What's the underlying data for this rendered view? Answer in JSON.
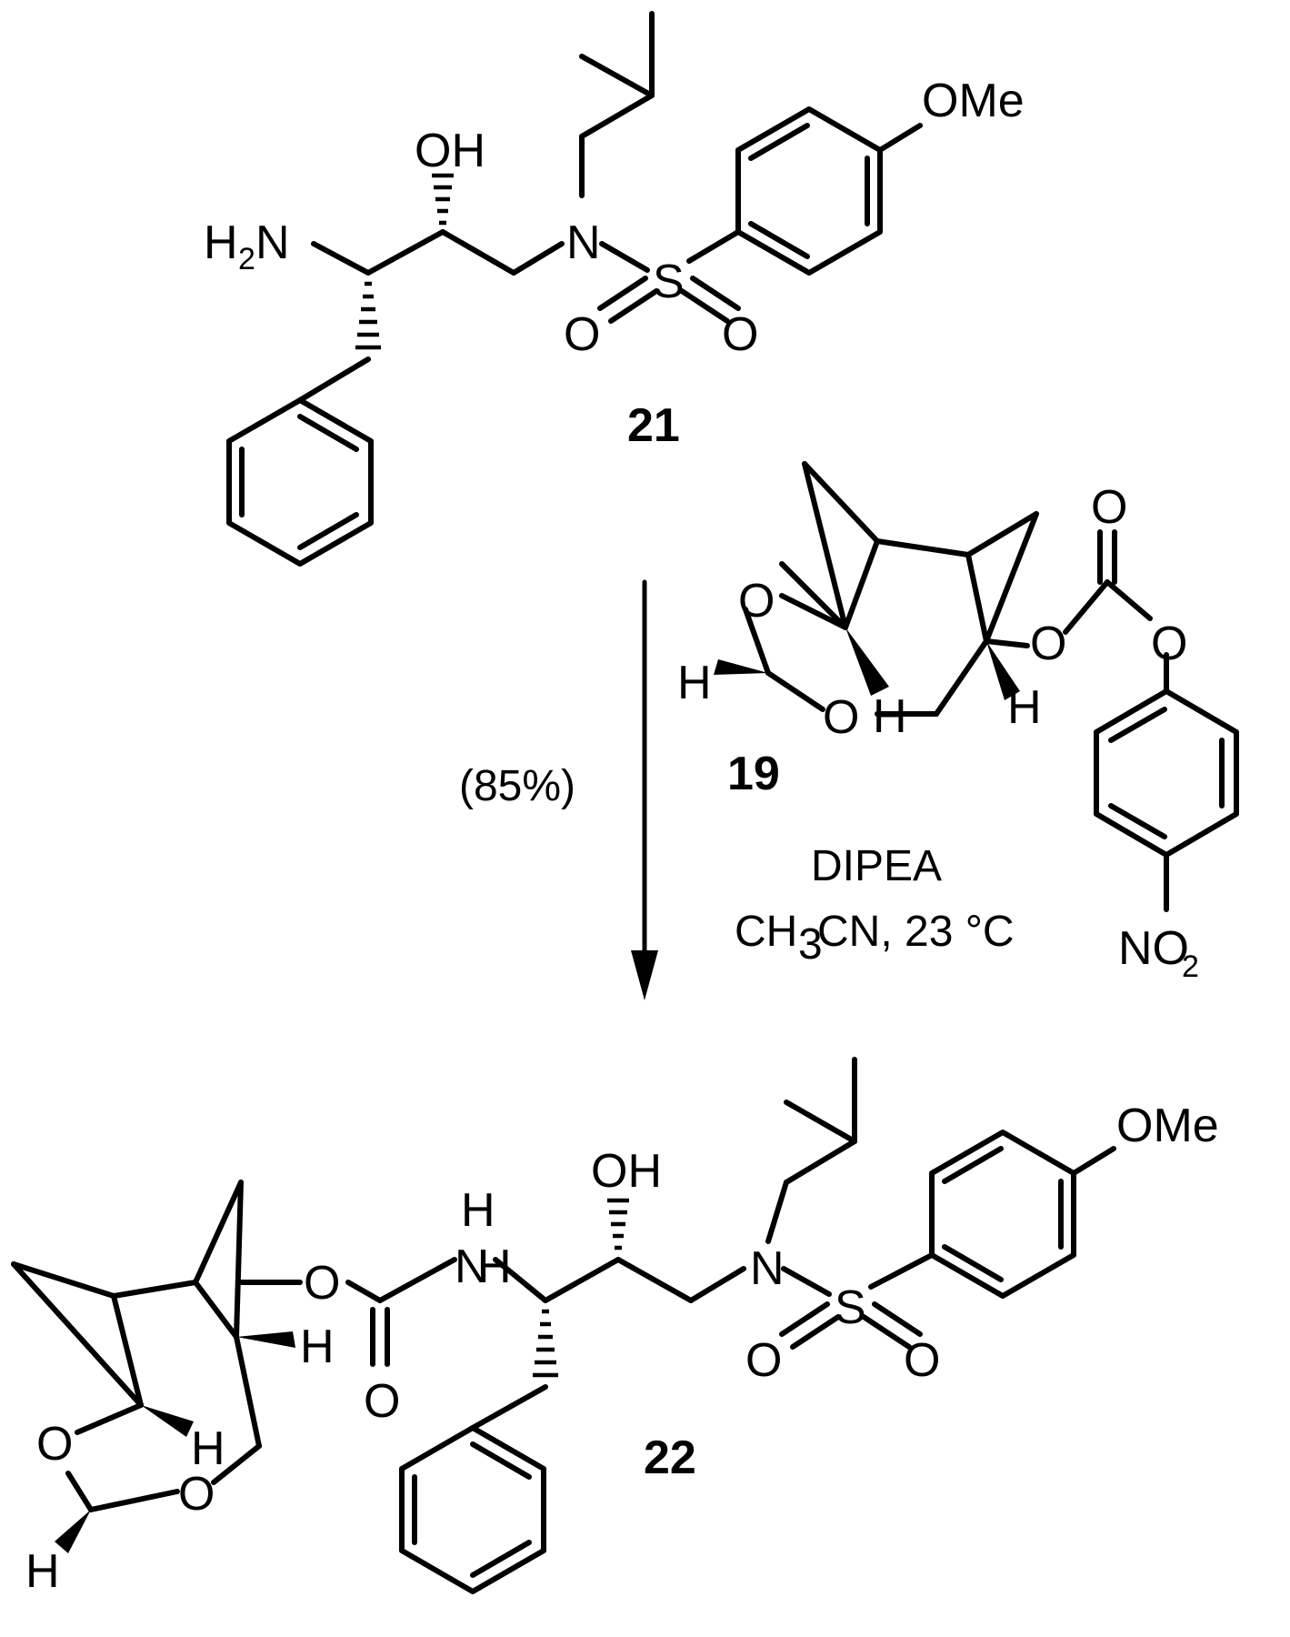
{
  "compounds": {
    "c21": {
      "label": "21"
    },
    "c19": {
      "label": "19"
    },
    "c22": {
      "label": "22"
    }
  },
  "atoms": {
    "OMe": "OMe",
    "OH": "OH",
    "H2N_H": "H",
    "H2N_2": "2",
    "H2N_N": "N",
    "N": "N",
    "S": "S",
    "O": "O",
    "H": "H",
    "NO2_N": "NO",
    "NO2_2": "2"
  },
  "conditions": {
    "yield": "(85%)",
    "reagent": "DIPEA",
    "solvent_a": "CH",
    "solvent_sub": "3",
    "solvent_b": "CN, 23 °C"
  }
}
